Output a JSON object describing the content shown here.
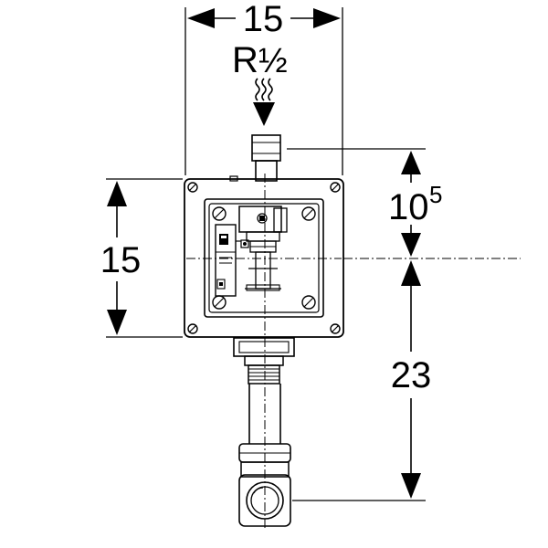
{
  "dimensions": {
    "top_width": "15",
    "connection_main": "R",
    "connection_fraction": "½",
    "left_height": "15",
    "right_upper_main": "10",
    "right_upper_sup": "5",
    "right_lower": "23"
  },
  "colors": {
    "line": "#000000",
    "background": "#ffffff"
  },
  "icons": {
    "water_inlet": "wavy-water-arrow-icon",
    "dimension_arrow": "triangle-arrowhead"
  }
}
